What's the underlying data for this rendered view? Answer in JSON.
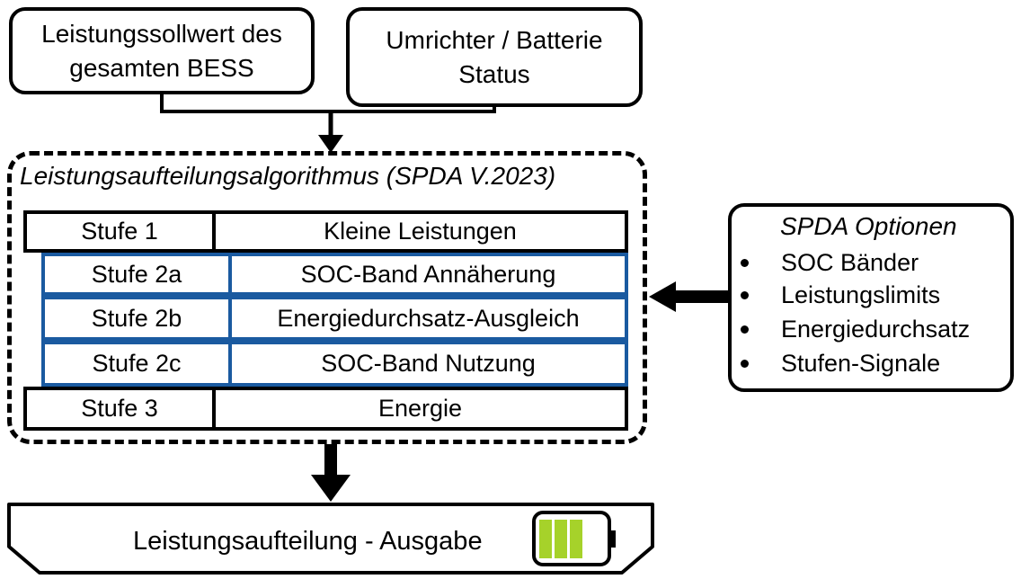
{
  "inputs": {
    "setpoint_label": "Leistungssollwert des gesamten BESS",
    "setpoint_line1": "Leistungssollwert des",
    "setpoint_line2": "gesamten BESS",
    "status_line1": "Umrichter / Batterie",
    "status_line2": "Status"
  },
  "algorithm": {
    "title": "Leistungsaufteilungsalgorithmus (SPDA V.2023)",
    "rows": [
      {
        "stage": "Stufe 1",
        "desc": "Kleine Leistungen",
        "color": "#000000"
      },
      {
        "stage": "Stufe 2a",
        "desc": "SOC-Band Annäherung",
        "color": "#1a5aa0"
      },
      {
        "stage": "Stufe 2b",
        "desc": "Energiedurchsatz-Ausgleich",
        "color": "#1a5aa0"
      },
      {
        "stage": "Stufe 2c",
        "desc": "SOC-Band Nutzung",
        "color": "#1a5aa0"
      },
      {
        "stage": "Stufe 3",
        "desc": "Energie",
        "color": "#000000"
      }
    ]
  },
  "options": {
    "title": "SPDA Optionen",
    "items": [
      "SOC Bänder",
      "Leistungslimits",
      "Energiedurchsatz",
      "Stufen-Signale"
    ]
  },
  "output": {
    "label": "Leistungsaufteilung - Ausgabe",
    "battery_icon": "battery-full-icon",
    "battery_color": "#a6d22a"
  },
  "colors": {
    "stage2_border": "#1a5aa0",
    "battery_fill": "#a6d22a"
  }
}
